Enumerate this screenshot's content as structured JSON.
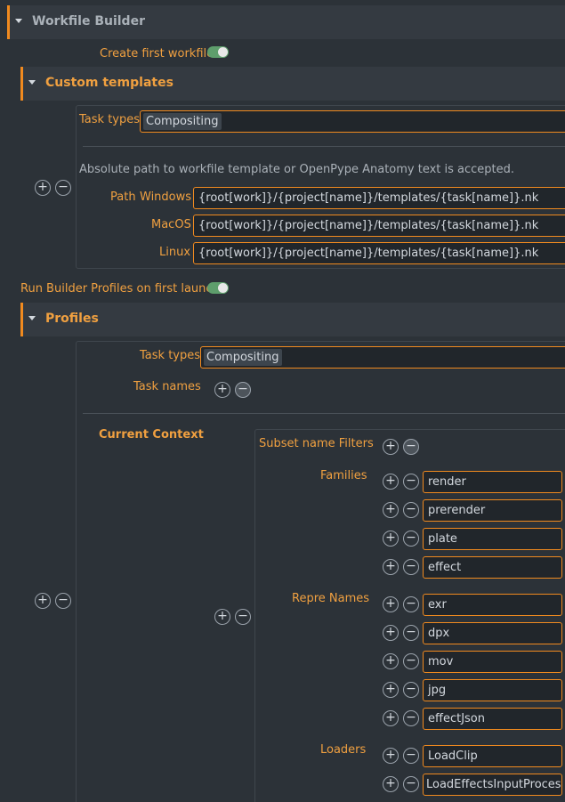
{
  "workfile_builder": {
    "title": "Workfile Builder"
  },
  "create_first_workfile": {
    "label": "Create first workfile"
  },
  "custom_templates": {
    "title": "Custom templates",
    "task_types_label": "Task types",
    "task_types_value": "Compositing",
    "note": "Absolute path to workfile template or OpenPype Anatomy text is accepted.",
    "path_label": "Path",
    "windows_label": "Windows",
    "windows_value": "{root[work]}/{project[name]}/templates/{task[name]}.nk",
    "macos_label": "MacOS",
    "macos_value": "{root[work]}/{project[name]}/templates/{task[name]}.nk",
    "linux_label": "Linux",
    "linux_value": "{root[work]}/{project[name]}/templates/{task[name]}.nk"
  },
  "run_builder": {
    "label": "Run Builder Profiles on first launch"
  },
  "profiles": {
    "title": "Profiles",
    "task_types_label": "Task types",
    "task_types_value": "Compositing",
    "task_names_label": "Task names",
    "current_context_label": "Current Context",
    "subset_filters_label": "Subset name Filters",
    "families_label": "Families",
    "families": [
      "render",
      "prerender",
      "plate",
      "effect"
    ],
    "repre_label": "Repre Names",
    "repre": [
      "exr",
      "dpx",
      "mov",
      "jpg",
      "effectJson"
    ],
    "loaders_label": "Loaders",
    "loaders": [
      "LoadClip",
      "LoadEffectsInputProcess"
    ]
  },
  "buttons": {
    "plus": "+",
    "minus": "−"
  },
  "colors": {
    "accent": "#f08a1f",
    "toggle_on": "#5e9e6c",
    "background": "#2c3238"
  }
}
